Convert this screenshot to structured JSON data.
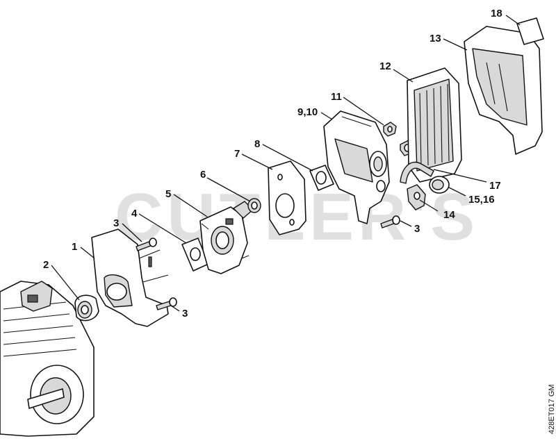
{
  "watermark": "CUTLER'S",
  "drawing_code": "428ET017 GM",
  "callouts": {
    "c1": "1",
    "c2": "2",
    "c3a": "3",
    "c3b": "3",
    "c3c": "3",
    "c4": "4",
    "c5": "5",
    "c6": "6",
    "c7": "7",
    "c8": "8",
    "c910": "9,10",
    "c11": "11",
    "c12": "12",
    "c13": "13",
    "c14": "14",
    "c1516": "15,16",
    "c17": "17",
    "c18": "18"
  }
}
